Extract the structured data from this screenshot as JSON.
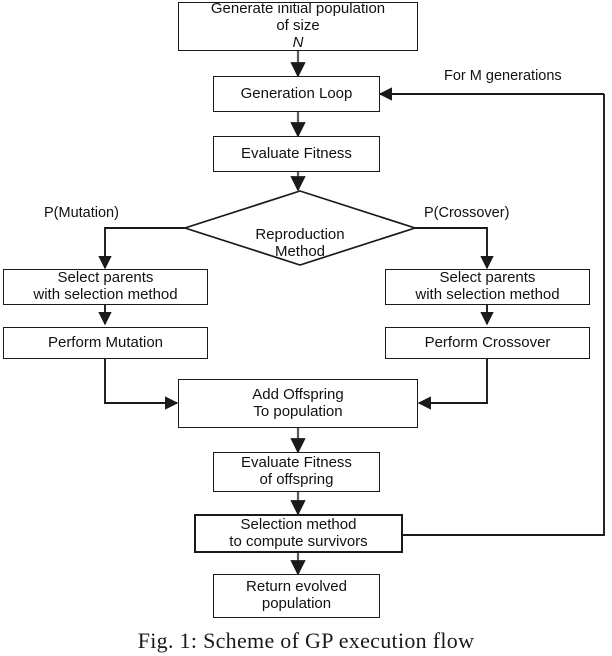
{
  "figure": {
    "caption": "Fig. 1: Scheme of GP execution flow",
    "type": "flowchart"
  },
  "chart_data": {
    "type": "diagram",
    "title": "Scheme of GP execution flow",
    "nodes": [
      {
        "id": "generate",
        "label": "Generate initial population\nof size N",
        "shape": "rect"
      },
      {
        "id": "generation_loop",
        "label": "Generation Loop",
        "shape": "rect"
      },
      {
        "id": "evaluate",
        "label": "Evaluate Fitness",
        "shape": "rect"
      },
      {
        "id": "reproduction",
        "label": "Reproduction\nMethod",
        "shape": "diamond"
      },
      {
        "id": "select_left",
        "label": "Select parents\nwith selection method",
        "shape": "rect"
      },
      {
        "id": "select_right",
        "label": "Select parents\nwith selection method",
        "shape": "rect"
      },
      {
        "id": "mutation",
        "label": "Perform Mutation",
        "shape": "rect"
      },
      {
        "id": "crossover",
        "label": "Perform Crossover",
        "shape": "rect"
      },
      {
        "id": "add_offspring",
        "label": "Add Offspring\nTo population",
        "shape": "rect"
      },
      {
        "id": "evaluate_off",
        "label": "Evaluate Fitness\nof offspring",
        "shape": "rect"
      },
      {
        "id": "selection",
        "label": "Selection method\nto compute survivors",
        "shape": "rect"
      },
      {
        "id": "return",
        "label": "Return evolved\npopulation",
        "shape": "rect"
      }
    ],
    "edges": [
      {
        "from": "generate",
        "to": "generation_loop",
        "label": ""
      },
      {
        "from": "generation_loop",
        "to": "evaluate",
        "label": ""
      },
      {
        "from": "evaluate",
        "to": "reproduction",
        "label": ""
      },
      {
        "from": "reproduction",
        "to": "select_left",
        "label": "P(Mutation)"
      },
      {
        "from": "reproduction",
        "to": "select_right",
        "label": "P(Crossover)"
      },
      {
        "from": "select_left",
        "to": "mutation",
        "label": ""
      },
      {
        "from": "select_right",
        "to": "crossover",
        "label": ""
      },
      {
        "from": "mutation",
        "to": "add_offspring",
        "label": ""
      },
      {
        "from": "crossover",
        "to": "add_offspring",
        "label": ""
      },
      {
        "from": "add_offspring",
        "to": "evaluate_off",
        "label": ""
      },
      {
        "from": "evaluate_off",
        "to": "selection",
        "label": ""
      },
      {
        "from": "selection",
        "to": "return",
        "label": ""
      },
      {
        "from": "selection",
        "to": "generation_loop",
        "label": "For M generations"
      }
    ],
    "labels": {
      "mutation_branch": "P(Mutation)",
      "crossover_branch": "P(Crossover)",
      "loop_back": "For M generations"
    },
    "colors": {
      "stroke": "#1a1a1a",
      "fill": "#ffffff",
      "text": "#111111"
    }
  },
  "nodes": {
    "generate_line1": "Generate initial population",
    "generate_line2_pre": "of size ",
    "generate_line2_ital": "N",
    "generation_loop": "Generation Loop",
    "evaluate": "Evaluate Fitness",
    "reproduction": "Reproduction\nMethod",
    "select_left": "Select parents\nwith selection method",
    "select_right": "Select parents\nwith selection method",
    "mutation": "Perform Mutation",
    "crossover": "Perform Crossover",
    "add_offspring": "Add Offspring\nTo population",
    "evaluate_off": "Evaluate Fitness\nof offspring",
    "selection": "Selection method\nto compute survivors",
    "return": "Return evolved\npopulation"
  },
  "labels": {
    "p_mutation": "P(Mutation)",
    "p_crossover": "P(Crossover)",
    "for_m_generations": "For M generations"
  },
  "caption": {
    "text": "Fig. 1: Scheme of GP execution flow"
  }
}
